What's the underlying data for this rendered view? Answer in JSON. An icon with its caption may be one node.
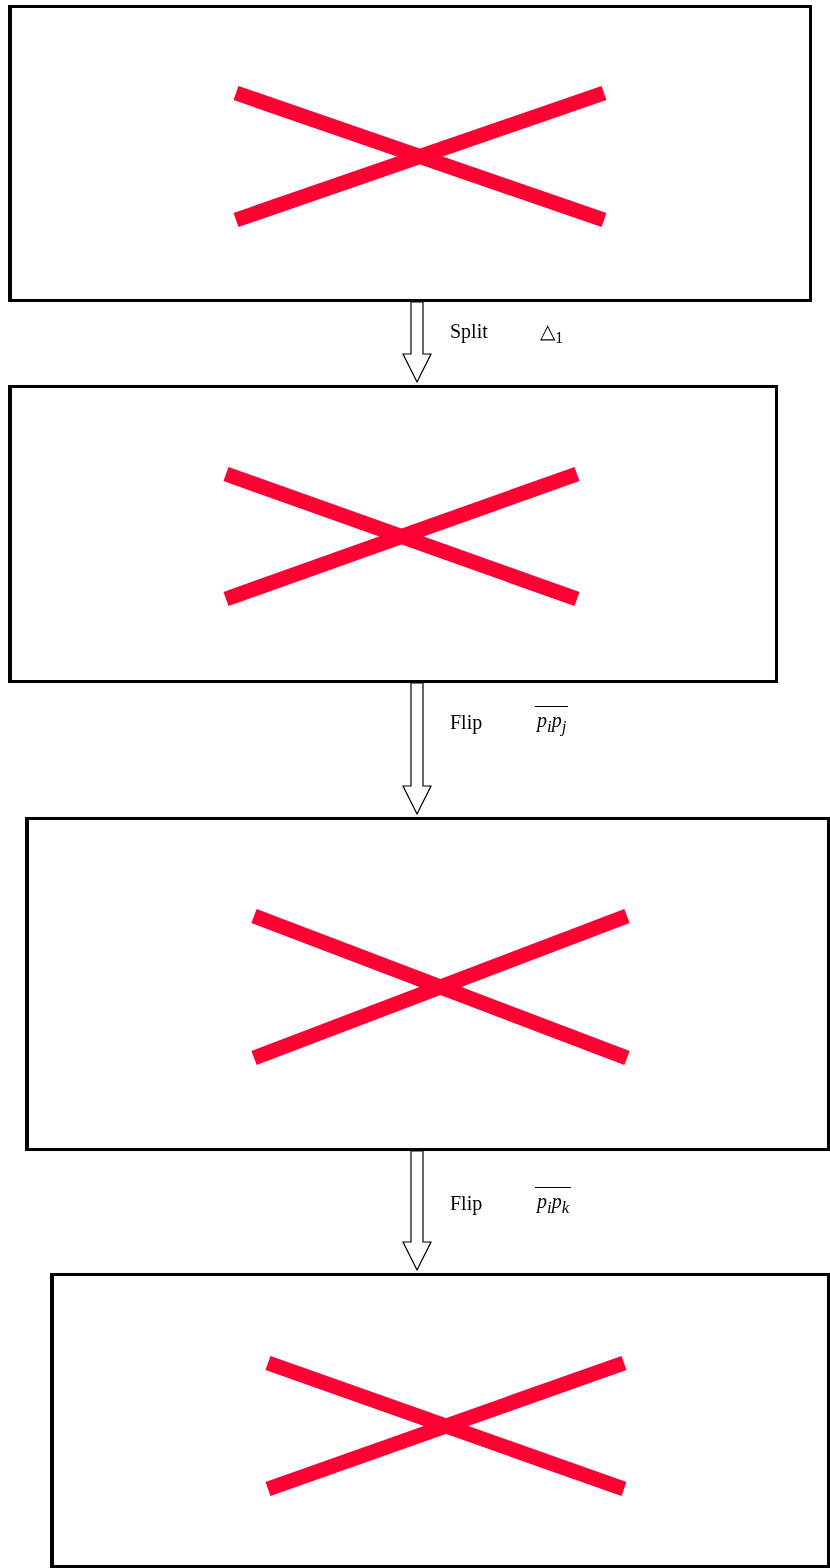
{
  "diagram": {
    "nodes": [
      {
        "text": [],
        "shape": "box"
      },
      {
        "text": [],
        "shape": "box"
      },
      {
        "text": [],
        "shape": "box"
      },
      {
        "text": [],
        "shape": "box"
      }
    ],
    "edges": [
      {
        "from": 0,
        "to": 1,
        "arrow": "to",
        "label": "Split"
      },
      {
        "from": 1,
        "to": 2,
        "arrow": "to",
        "label": "Flip"
      },
      {
        "from": 2,
        "to": 3,
        "arrow": "to",
        "label": "Flip"
      }
    ],
    "labels": [
      "△$_{1}$",
      "p$_{i}$p$_{j}$",
      "p$_{i}$p$_{k}$"
    ]
  }
}
